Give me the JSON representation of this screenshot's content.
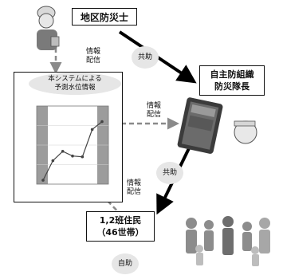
{
  "nodes": {
    "district": "地区防災士",
    "leader_line1": "自主防組織",
    "leader_line2": "防災隊長",
    "residents_line1": "1,2班住民",
    "residents_line2": "（46世帯）"
  },
  "chart_callout": {
    "line1": "本システムによる",
    "line2": "予測水位情報"
  },
  "labels": {
    "info_top_1": "情報",
    "info_top_2": "配信",
    "info_mid_1": "情報",
    "info_mid_2": "配信",
    "info_bottom_1": "情報",
    "info_bottom_2": "配信",
    "mutual_top": "共助",
    "mutual_bottom": "共助",
    "self_help": "自助"
  },
  "chart_data": {
    "type": "line",
    "values": [
      0.05,
      0.3,
      0.42,
      0.36,
      0.35,
      0.7,
      0.8
    ]
  }
}
